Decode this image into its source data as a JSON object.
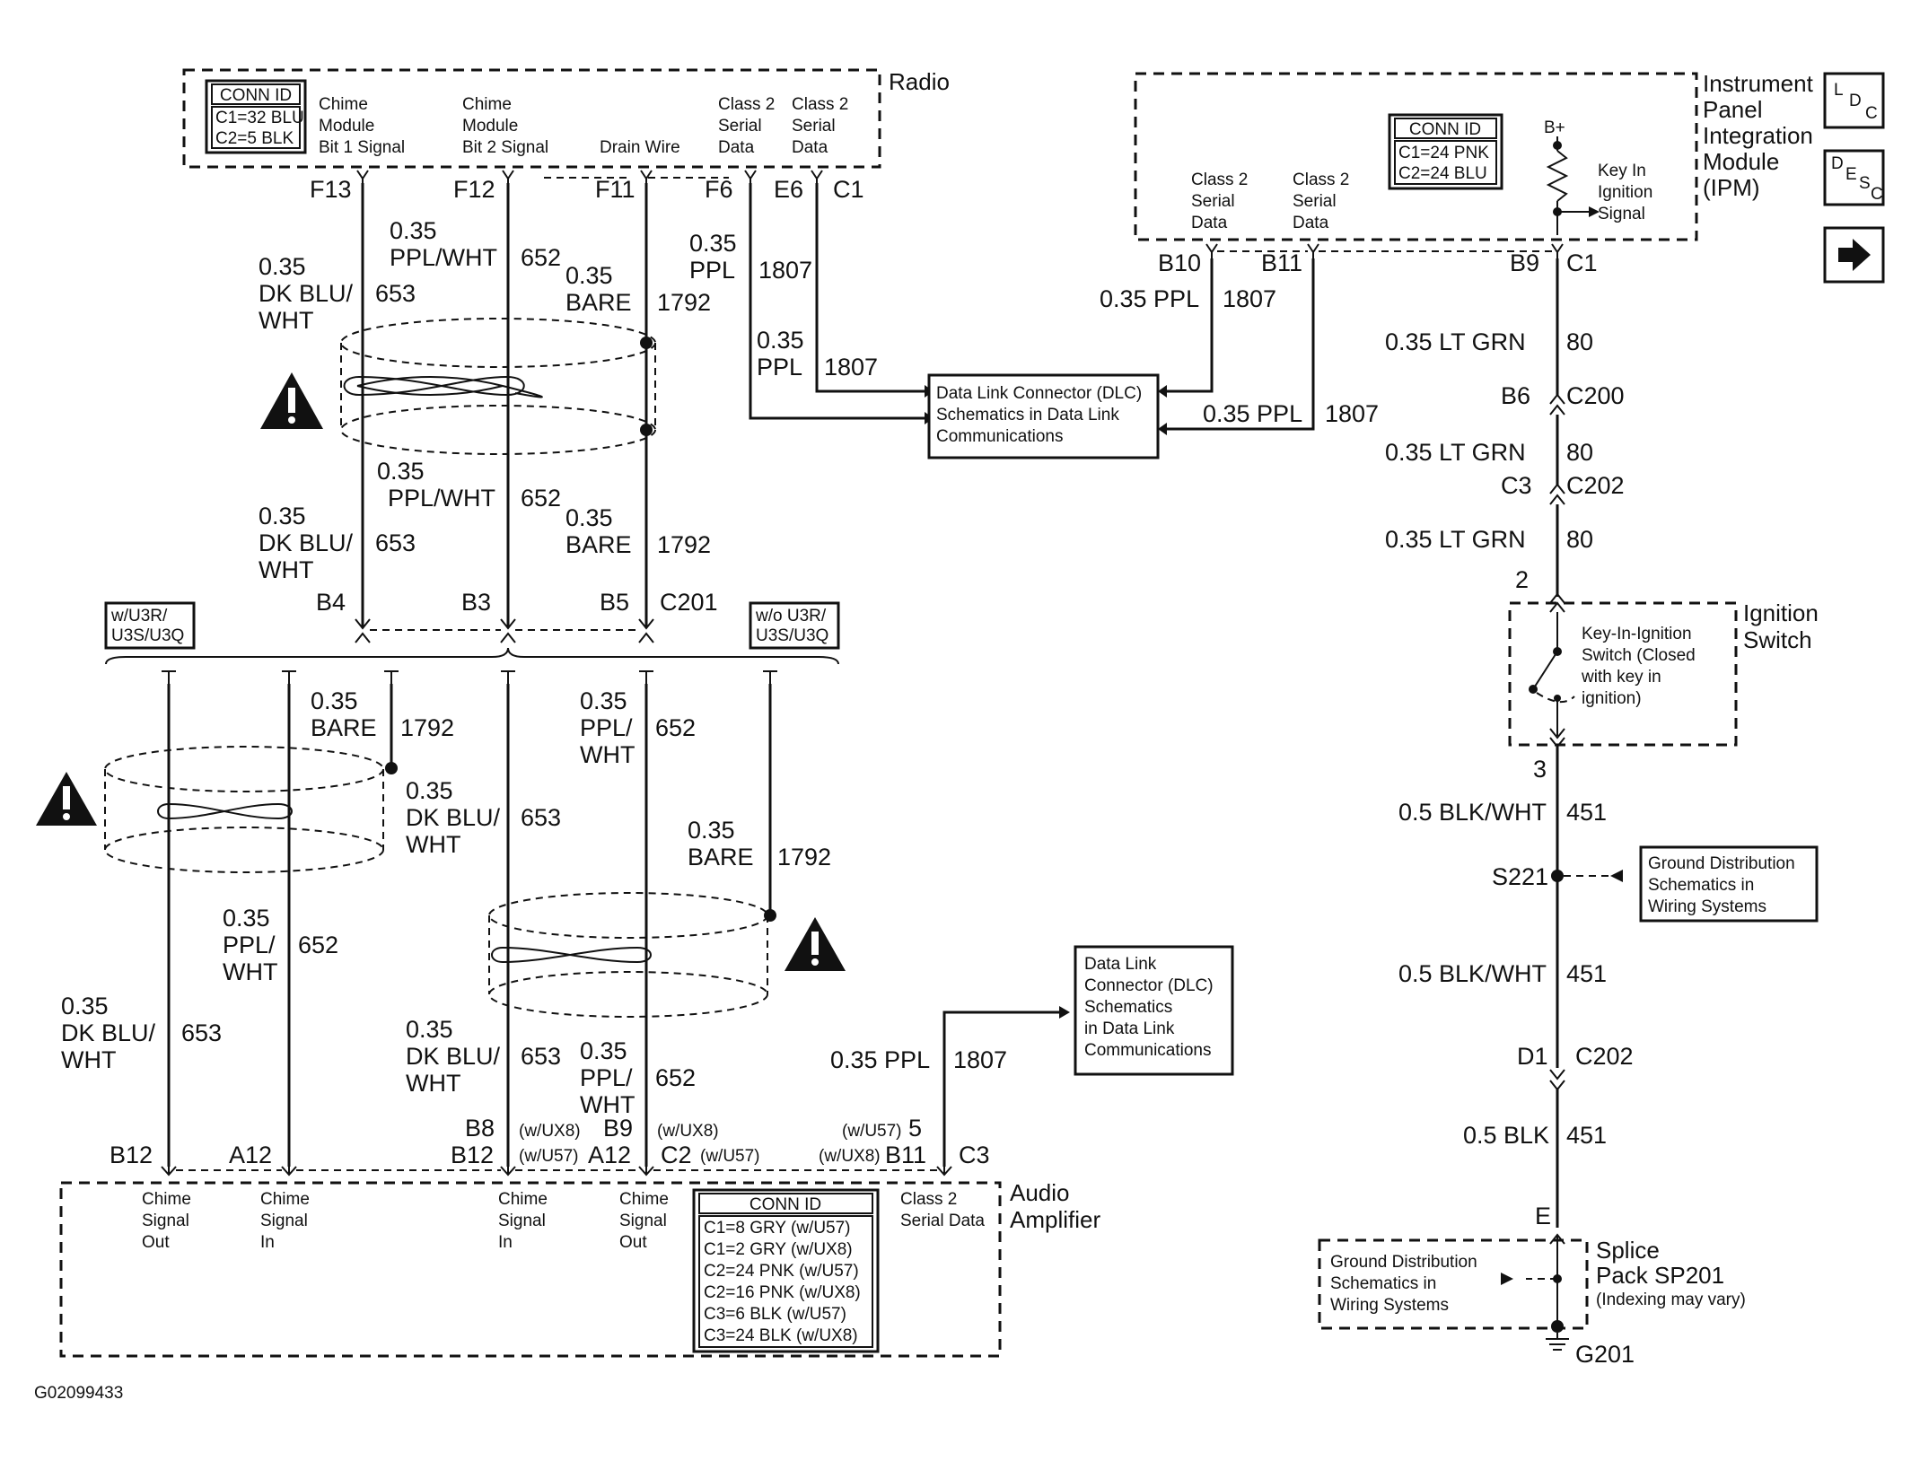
{
  "figure_id": "G02099433",
  "radio": {
    "title": "Radio",
    "conn_id": {
      "header": "CONN ID",
      "lines": [
        "C1=32 BLU",
        "C2=5 BLK"
      ]
    },
    "pin_labels": {
      "chime1": [
        "Chime",
        "Module",
        "Bit 1 Signal"
      ],
      "chime2": [
        "Chime",
        "Module",
        "Bit 2 Signal"
      ],
      "drain": "Drain Wire",
      "class2a": [
        "Class 2",
        "Serial",
        "Data"
      ],
      "class2b": [
        "Class 2",
        "Serial",
        "Data"
      ]
    },
    "pins": [
      "F13",
      "F12",
      "F11",
      "F6",
      "E6",
      "C1"
    ]
  },
  "ipm": {
    "title": [
      "Instrument",
      "Panel",
      "Integration",
      "Module",
      "(IPM)"
    ],
    "conn_id": {
      "header": "CONN ID",
      "lines": [
        "C1=24 PNK",
        "C2=24 BLU"
      ]
    },
    "pin_labels": {
      "class2a": [
        "Class 2",
        "Serial",
        "Data"
      ],
      "class2b": [
        "Class 2",
        "Serial",
        "Data"
      ],
      "bplus": "B+",
      "key_in": [
        "Key In",
        "Ignition",
        "Signal"
      ]
    },
    "pins": [
      "B10",
      "B11",
      "B9",
      "C1"
    ]
  },
  "side_icons": {
    "ldc": [
      "L",
      "D",
      "C"
    ],
    "desc": [
      "D",
      "E",
      "S",
      "C"
    ]
  },
  "dlc_box_top": [
    "Data Link Connector (DLC)",
    "Schematics in Data Link",
    "Communications"
  ],
  "dlc_box_mid": [
    "Data Link",
    "Connector (DLC)",
    "Schematics",
    "in Data Link",
    "Communications"
  ],
  "ground_box_1": [
    "Ground Distribution",
    "Schematics in",
    "Wiring Systems"
  ],
  "ground_box_2": [
    "Ground Distribution",
    "Schematics in",
    "Wiring Systems"
  ],
  "wires_upper": {
    "w653_size": "0.35",
    "w653_color": [
      "DK BLU/",
      "WHT"
    ],
    "w653_num": "653",
    "w652_size": "0.35",
    "w652_color": "PPL/WHT",
    "w652_num": "652",
    "w1792_size": "0.35",
    "w1792_color": "BARE",
    "w1792_num": "1792",
    "w1807a_size": "0.35",
    "w1807a_color": "PPL",
    "w1807a_num": "1807",
    "w1807b_size": "0.35",
    "w1807b_color": "PPL",
    "w1807b_num": "1807",
    "ipm_b10": "0.35 PPL",
    "ipm_b10_num": "1807",
    "ipm_b11": "0.35 PPL",
    "ipm_b11_num": "1807"
  },
  "wires_mid": {
    "w653_size": "0.35",
    "w653_color": [
      "DK BLU/",
      "WHT"
    ],
    "w653_num": "653",
    "w652_size": "0.35",
    "w652_color": "PPL/WHT",
    "w652_num": "652",
    "w1792_size": "0.35",
    "w1792_color": "BARE",
    "w1792_num": "1792",
    "pins": [
      "B4",
      "B3",
      "B5",
      "C201"
    ]
  },
  "options": {
    "left": [
      "w/U3R/",
      "U3S/U3Q"
    ],
    "right": [
      "w/o U3R/",
      "U3S/U3Q"
    ]
  },
  "wires_lower": {
    "a_1792": [
      "0.35",
      "BARE",
      "1792"
    ],
    "a_653": [
      "0.35",
      "DK BLU/",
      "WHT",
      "653"
    ],
    "a_652": [
      "0.35",
      "PPL/",
      "WHT",
      "652"
    ],
    "a_653b": [
      "0.35",
      "DK BLU/",
      "WHT",
      "653"
    ],
    "b_652": [
      "0.35",
      "PPL/",
      "WHT",
      "652"
    ],
    "b_1792": [
      "0.35",
      "BARE",
      "1792"
    ],
    "b_653": [
      "0.35",
      "DK BLU/",
      "WHT",
      "653"
    ],
    "b_652b": [
      "0.35",
      "PPL/",
      "WHT",
      "652"
    ],
    "c_1807": [
      "0.35 PPL",
      "1807"
    ]
  },
  "amp": {
    "title": [
      "Audio",
      "Amplifier"
    ],
    "pins_row": [
      "B12",
      "A12",
      "B8",
      "(w/UX8)",
      "B9",
      "(w/UX8)",
      "(w/U57)",
      "5",
      "C3"
    ],
    "pins_row2": [
      "B12",
      "(w/U57)",
      "A12",
      "C2",
      "(w/U57)",
      "(w/UX8)",
      "B11"
    ],
    "labels": {
      "p1": [
        "Chime",
        "Signal",
        "Out"
      ],
      "p2": [
        "Chime",
        "Signal",
        "In"
      ],
      "p3": [
        "Chime",
        "Signal",
        "In"
      ],
      "p4": [
        "Chime",
        "Signal",
        "Out"
      ],
      "p5": [
        "Class 2",
        "Serial Data"
      ]
    },
    "conn_id": {
      "header": "CONN ID",
      "lines": [
        "C1=8 GRY (w/U57)",
        "C1=2 GRY (w/UX8)",
        "C2=24 PNK (w/U57)",
        "C2=16 PNK (w/UX8)",
        "C3=6 BLK (w/U57)",
        "C3=24 BLK (w/UX8)"
      ]
    }
  },
  "right_chain": {
    "w80_1": [
      "0.35 LT GRN",
      "80"
    ],
    "c200": [
      "B6",
      "C200"
    ],
    "w80_2": [
      "0.35 LT GRN",
      "80"
    ],
    "c202": [
      "C3",
      "C202"
    ],
    "w80_3": [
      "0.35 LT GRN",
      "80"
    ],
    "pin2": "2",
    "ign_title": [
      "Ignition",
      "Switch"
    ],
    "ign_desc": [
      "Key-In-Ignition",
      "Switch (Closed",
      "with key in",
      "ignition)"
    ],
    "pin3": "3",
    "w451_1": [
      "0.5 BLK/WHT",
      "451"
    ],
    "s221": "S221",
    "w451_2": [
      "0.5 BLK/WHT",
      "451"
    ],
    "c202b": [
      "D1",
      "C202"
    ],
    "w451_3": [
      "0.5 BLK",
      "451"
    ],
    "pinE": "E",
    "splice": [
      "Splice",
      "Pack SP201",
      "(Indexing may vary)"
    ],
    "g201": "G201"
  }
}
